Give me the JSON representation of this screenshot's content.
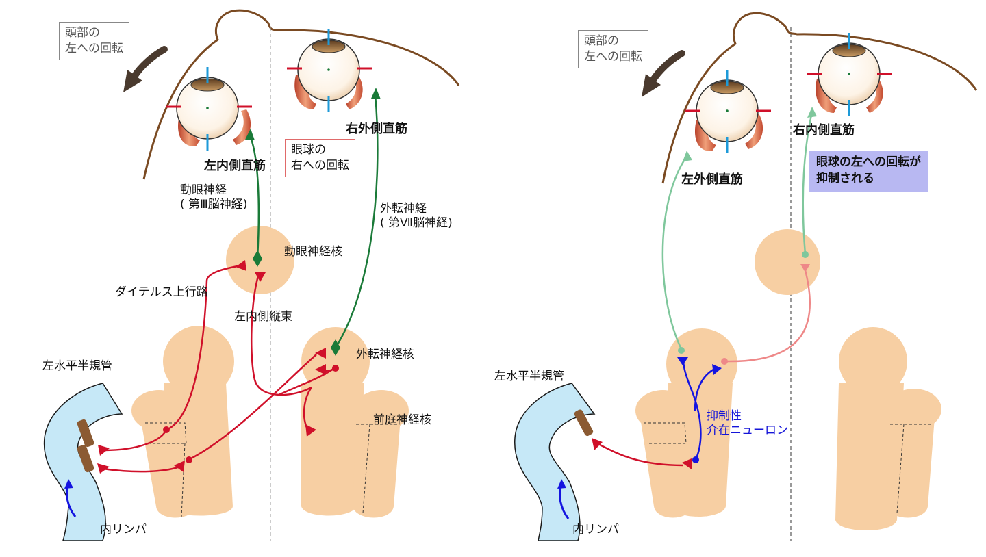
{
  "colors": {
    "tissue": "#f7cfa3",
    "endolymph": "#c6e8f7",
    "excitatory": "#d0102a",
    "oculomotor": "#1a7a38",
    "inhibitory": "#1414e0",
    "head_outline": "#7a4a22",
    "faded_green": "#7fc79c",
    "faded_red": "#ee8888",
    "note_fill": "#b8b8f2"
  },
  "left_panel": {
    "head_rotation": "頭部の\n左への回転",
    "left_medial_rectus": "左内側直筋",
    "right_lateral_rectus": "右外側直筋",
    "eye_rotation": "眼球の\n右への回転",
    "oculomotor_nerve": "動眼神経\n( 第Ⅲ脳神経)",
    "abducens_nerve": "外転神経\n( 第Ⅶ脳神経)",
    "oculomotor_nucleus": "動眼神経核",
    "ascending_tract": "ダイテルス上行路",
    "mlf": "左内側縦束",
    "abducens_nucleus": "外転神経核",
    "canal": "左水平半規管",
    "vestibular_nucleus": "前庭神経核",
    "endolymph": "内リンパ"
  },
  "right_panel": {
    "head_rotation": "頭部の\n左への回転",
    "right_medial_rectus": "右内側直筋",
    "left_lateral_rectus": "左外側直筋",
    "inhibited_note": "眼球の左への回転が\n抑制される",
    "interneuron": "抑制性\n介在ニューロン",
    "canal": "左水平半規管",
    "endolymph": "内リンパ"
  }
}
